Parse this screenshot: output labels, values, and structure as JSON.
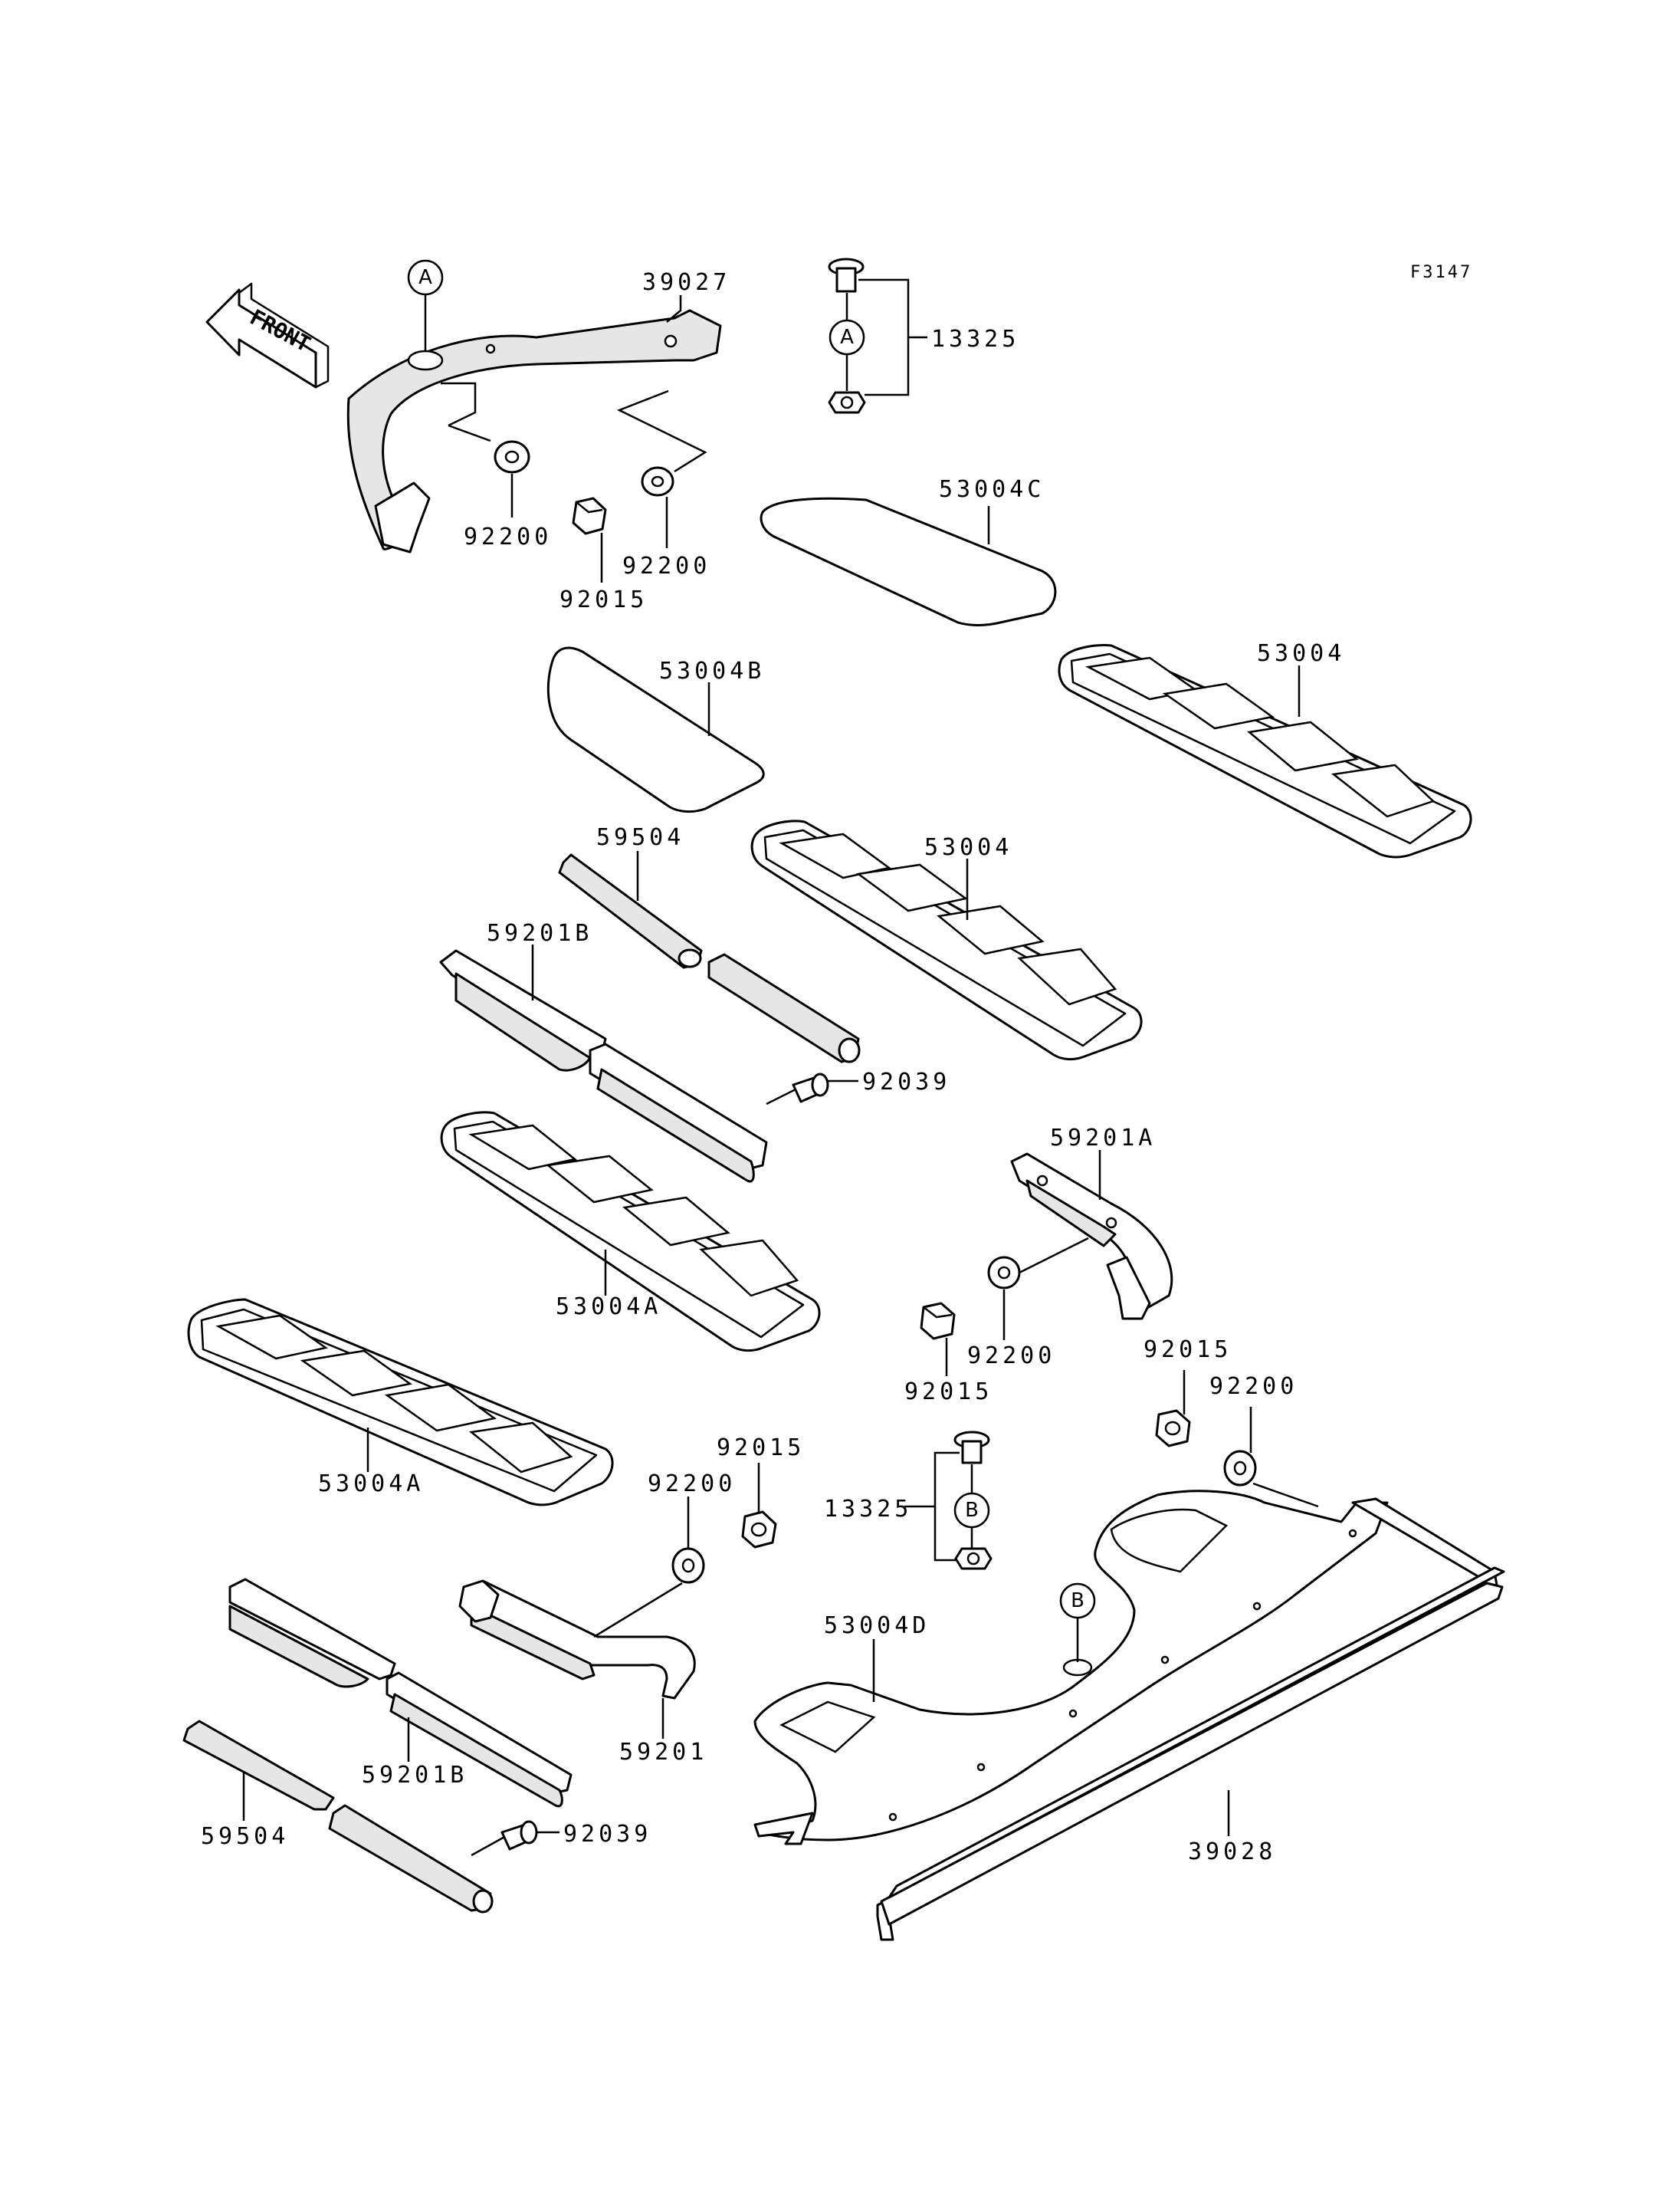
{
  "diagram_code": "F3147",
  "front_label": "FRONT",
  "callouts": {
    "a_top_left": "A",
    "a_top_mid": "A",
    "b_mid": "B",
    "b_right": "B"
  },
  "labels": {
    "p39027": "39027",
    "p13325_top": "13325",
    "p92200_a": "92200",
    "p92200_b": "92200",
    "p92015_a": "92015",
    "p53004C": "53004C",
    "p53004_top": "53004",
    "p53004B": "53004B",
    "p59504_top": "59504",
    "p53004_mid": "53004",
    "p59201B_top": "59201B",
    "p92039_top": "92039",
    "p59201A": "59201A",
    "p53004A_mid": "53004A",
    "p92200_c": "92200",
    "p92015_b": "92015",
    "p92015_c": "92015",
    "p92200_d": "92200",
    "p53004A_low": "53004A",
    "p92015_d": "92015",
    "p92200_e": "92200",
    "p13325_low": "13325",
    "p53004D": "53004D",
    "p59201": "59201",
    "p59201B_low": "59201B",
    "p59504_low": "59504",
    "p92039_low": "92039",
    "p39028": "39028"
  }
}
